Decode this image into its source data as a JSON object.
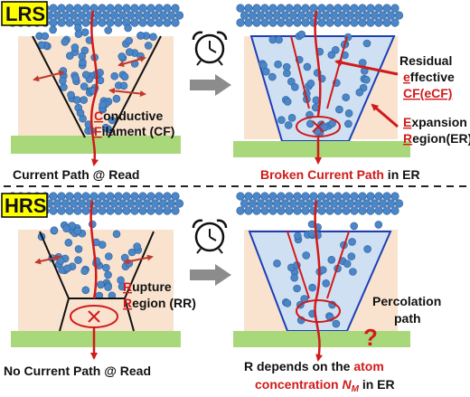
{
  "colors": {
    "badge": "#ffff00",
    "substrate": "#f9e3cf",
    "electrode": "#a9d87a",
    "atom": "#4a86c8",
    "filament_red": "#d11a1a",
    "er_fill": "#cfe0f2",
    "er_outline": "#1c3fb8"
  },
  "icons": [
    "alarm-clock-icon",
    "right-arrow-icon"
  ],
  "lrs": {
    "badge": "LRS",
    "cf_label": {
      "l1_first": "C",
      "l1_rest": "onductive",
      "l2_first": "F",
      "l2_rest": "ilament (CF)"
    },
    "read_caption": "Current Path @ Read",
    "eCF_label": {
      "line1": "Residual",
      "line2_first": "e",
      "line2_rest": "ffective",
      "line3": "CF(eCF)"
    },
    "er_label": {
      "l1_first": "E",
      "l1_rest": "xpansion",
      "l2_first": "R",
      "l2_rest": "egion(ER)"
    },
    "broken_caption": {
      "red": "Broken Current Path",
      "black": " in ER"
    }
  },
  "hrs": {
    "badge": "HRS",
    "rr_label": {
      "l1_first": "R",
      "l1_rest": "upture",
      "l2_first": "R",
      "l2_rest": "egion (RR)"
    },
    "read_caption": "No Current Path @ Read",
    "percolation_label": {
      "line1": "Percolation",
      "line2": "path"
    },
    "question_mark": "?",
    "depends_caption": {
      "l1_black": "R depends on the ",
      "l1_red": "atom",
      "l2_red": "concentration ",
      "l2_n": "N",
      "l2_sub": "M",
      "l2_black": " in ER"
    }
  }
}
